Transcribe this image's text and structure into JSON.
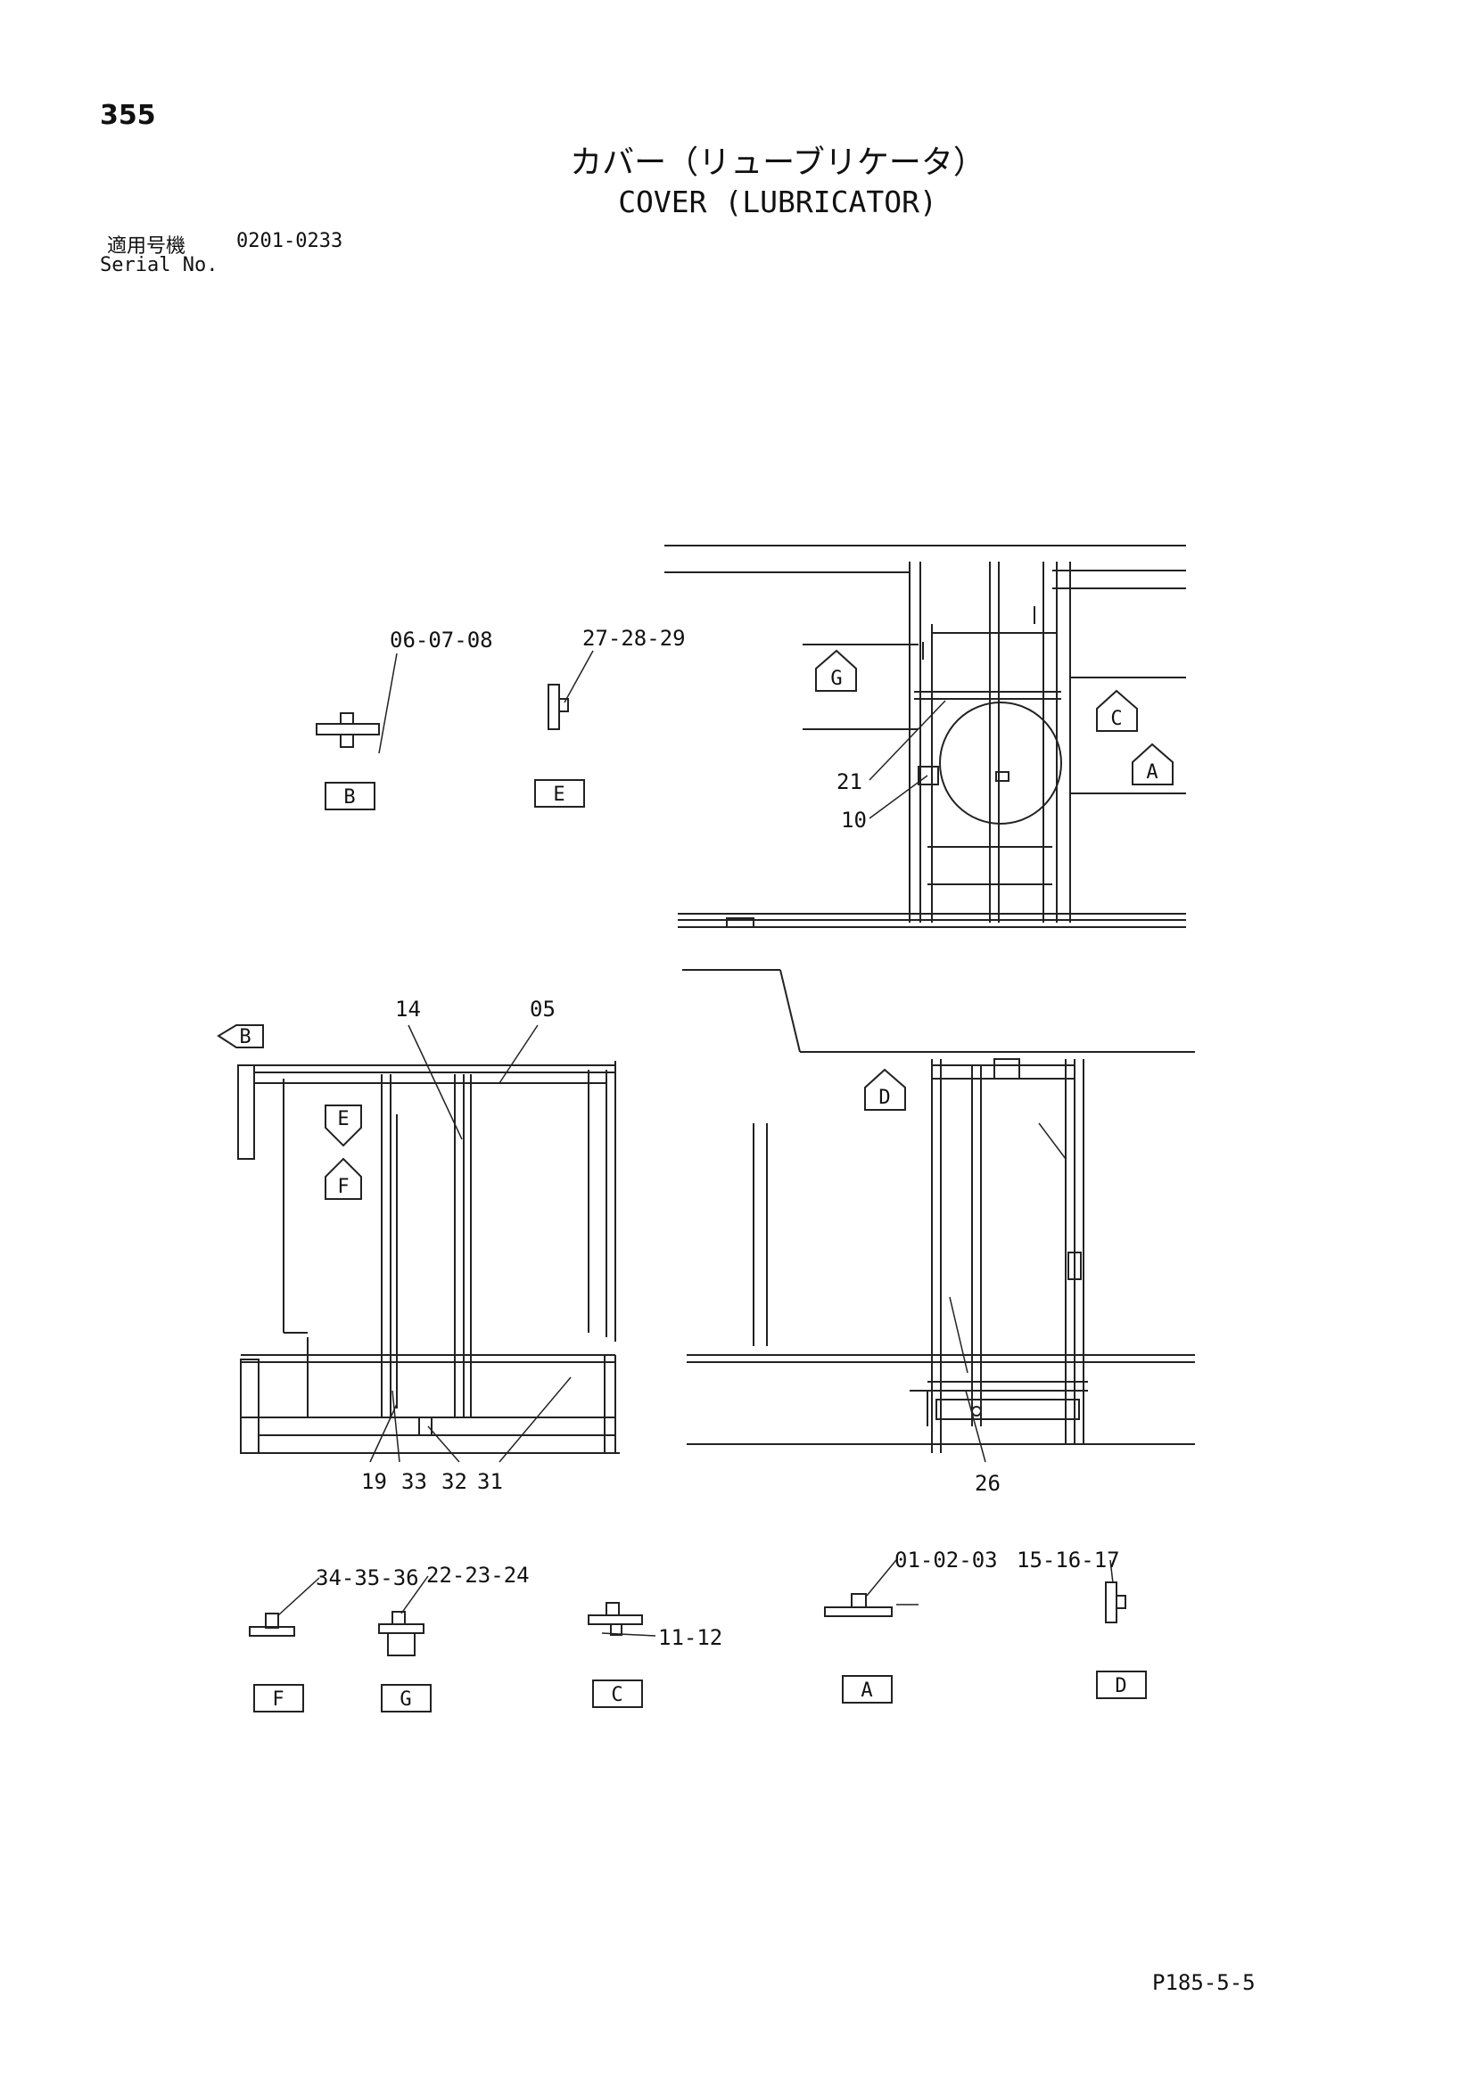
{
  "header": {
    "page_number": "355",
    "title_jp": "カバー（リューブリケータ）",
    "title_en": "COVER (LUBRICATOR)",
    "serial_label_jp": "適用号機",
    "serial_label_en": "Serial No.",
    "serial_value": "0201-0233"
  },
  "callouts": {
    "c060708": "06-07-08",
    "c272829": "27-28-29",
    "c21": "21",
    "c10": "10",
    "c14": "14",
    "c05": "05",
    "c19": "19",
    "c33": "33",
    "c32": "32",
    "c31": "31",
    "c26": "26",
    "c343536": "34-35-36",
    "c222324": "22-23-24",
    "c1112": "11-12",
    "c010203": "01-02-03",
    "c151617": "15-16-17"
  },
  "view_letters": {
    "A": "A",
    "B": "B",
    "C": "C",
    "D": "D",
    "E": "E",
    "F": "F",
    "G": "G"
  },
  "footer": {
    "code": "P185-5-5"
  }
}
